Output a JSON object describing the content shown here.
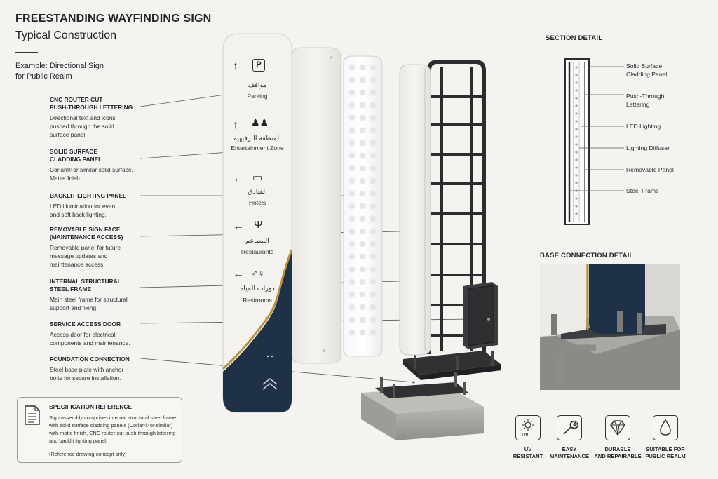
{
  "header": {
    "title": "FREESTANDING WAYFINDING SIGN",
    "subtitle": "Typical Construction",
    "example": "Example: Directional Sign\nfor Public Realm"
  },
  "callouts": [
    {
      "title": "CNC ROUTER CUT\nPUSH-THROUGH LETTERING",
      "text": "Directional text and icons\npushed through the solid\nsurface panel."
    },
    {
      "title": "SOLID SURFACE\nCLADDING PANEL",
      "text": "Corian® or similar solid surface.\nMatte finish."
    },
    {
      "title": "BACKLIT LIGHTING PANEL",
      "text": "LED illumination for even\nand soft back lighting."
    },
    {
      "title": "REMOVABLE SIGN FACE\n(MAINTENANCE ACCESS)",
      "text": "Removable panel for future\nmessage updates and\nmaintenance access."
    },
    {
      "title": "INTERNAL STRUCTURAL\nSTEEL FRAME",
      "text": "Main steel frame for structural\nsupport and fixing."
    },
    {
      "title": "SERVICE ACCESS DOOR",
      "text": "Access door for electrical\ncomponents and maintenance."
    },
    {
      "title": "FOUNDATION CONNECTION",
      "text": "Steel base plate with anchor\nbolts for secure installation."
    }
  ],
  "spec": {
    "title": "SPECIFICATION REFERENCE",
    "text": "Sign assembly comprises internal structural steel frame with solid surface cladding panels (Corian® or similar) with matte finish, CNC router cut push-through lettering and backlit lighting panel.",
    "note": "(Reference drawing concept only)"
  },
  "sign": {
    "entries": [
      {
        "arrow": "↑",
        "icon": "parking-icon",
        "icon_glyph": "P",
        "arabic": "مواقف",
        "english": "Parking"
      },
      {
        "arrow": "↑",
        "icon": "family-icon",
        "icon_glyph": "♟♟",
        "arabic": "المنطقة الترفيهية",
        "english": "Entertainment Zone"
      },
      {
        "arrow": "←",
        "icon": "bed-icon",
        "icon_glyph": "▭",
        "arabic": "الفنادق",
        "english": "Hotels"
      },
      {
        "arrow": "←",
        "icon": "fork-knife-icon",
        "icon_glyph": "Ψ",
        "arabic": "المطاعم",
        "english": "Restaurants"
      },
      {
        "arrow": "←",
        "icon": "restroom-icon",
        "icon_glyph": "♂♀",
        "arabic": "دورات المياه",
        "english": "Restrooms"
      }
    ]
  },
  "section_detail": {
    "title": "SECTION DETAIL",
    "labels": [
      "Solid Surface\nCladding Panel",
      "Push-Through\nLettering",
      "LED Lighting",
      "Lighting Diffuser",
      "Removable Panel",
      "Steel Frame"
    ]
  },
  "base_detail": {
    "title": "BASE CONNECTION DETAIL"
  },
  "features": [
    {
      "icon": "uv-icon",
      "glyph": "UV",
      "label": "UV\nRESISTANT"
    },
    {
      "icon": "wrench-icon",
      "glyph": "",
      "label": "EASY\nMAINTENANCE"
    },
    {
      "icon": "diamond-icon",
      "glyph": "",
      "label": "DURABLE\nAND REPAIRABLE"
    },
    {
      "icon": "water-drop-icon",
      "glyph": "",
      "label": "SUITABLE FOR\nPUBLIC REALM"
    }
  ],
  "colors": {
    "navy": "#1f3147",
    "gold": "#b8913a",
    "panel": "#f2f1ed",
    "steel": "#2a2c2e",
    "concrete": "#a7a7a2"
  }
}
